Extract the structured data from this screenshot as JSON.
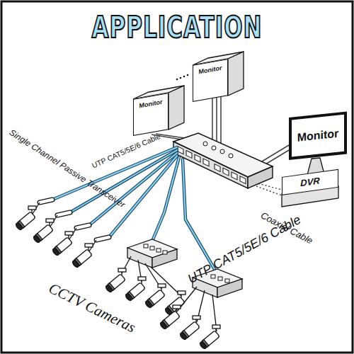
{
  "diagram": {
    "title": "APPLICATION",
    "nodes": [
      {
        "text": [
          "Monitor"
        ]
      },
      {
        "text": [
          "Monitor"
        ]
      },
      {
        "text": [
          "Monitor"
        ]
      },
      {
        "text": [
          "DVR"
        ]
      }
    ],
    "labels": [
      "Single Channel Passive Transceiver",
      "UTP CAT5/5E/6 Cable",
      "Coaxial Cable",
      "UTP CAT5/5E/6 Cable",
      "CCTV Cameras"
    ]
  }
}
